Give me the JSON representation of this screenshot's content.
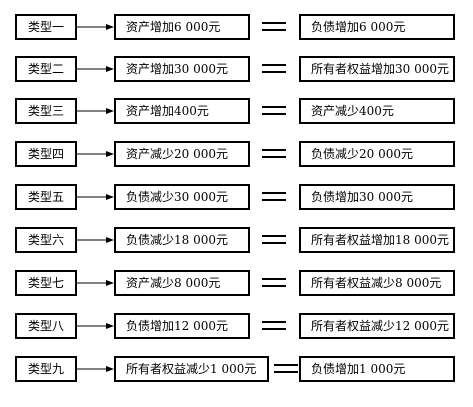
{
  "rows": [
    {
      "type": "类型一",
      "left": "资产增加6 000元",
      "right": "负债增加6 000元"
    },
    {
      "type": "类型二",
      "left": "资产增加30 000元",
      "right": "所有者权益增加30 000元"
    },
    {
      "type": "类型三",
      "left": "资产增加400元",
      "right": "资产减少400元"
    },
    {
      "type": "类型四",
      "left": "资产减少20 000元",
      "right": "负债减少20 000元"
    },
    {
      "type": "类型五",
      "left": "负债减少30 000元",
      "right": "负债增加30 000元"
    },
    {
      "type": "类型六",
      "left": "负债减少18 000元",
      "right": "所有者权益增加18 000元"
    },
    {
      "type": "类型七",
      "left": "资产减少8 000元",
      "right": "所有者权益减少8 000元"
    },
    {
      "type": "类型八",
      "left": "负债增加12 000元",
      "right": "所有者权益减少12 000元"
    },
    {
      "type": "类型九",
      "left": "所有者权益减少1 000元",
      "right": "负债增加1 000元"
    }
  ]
}
